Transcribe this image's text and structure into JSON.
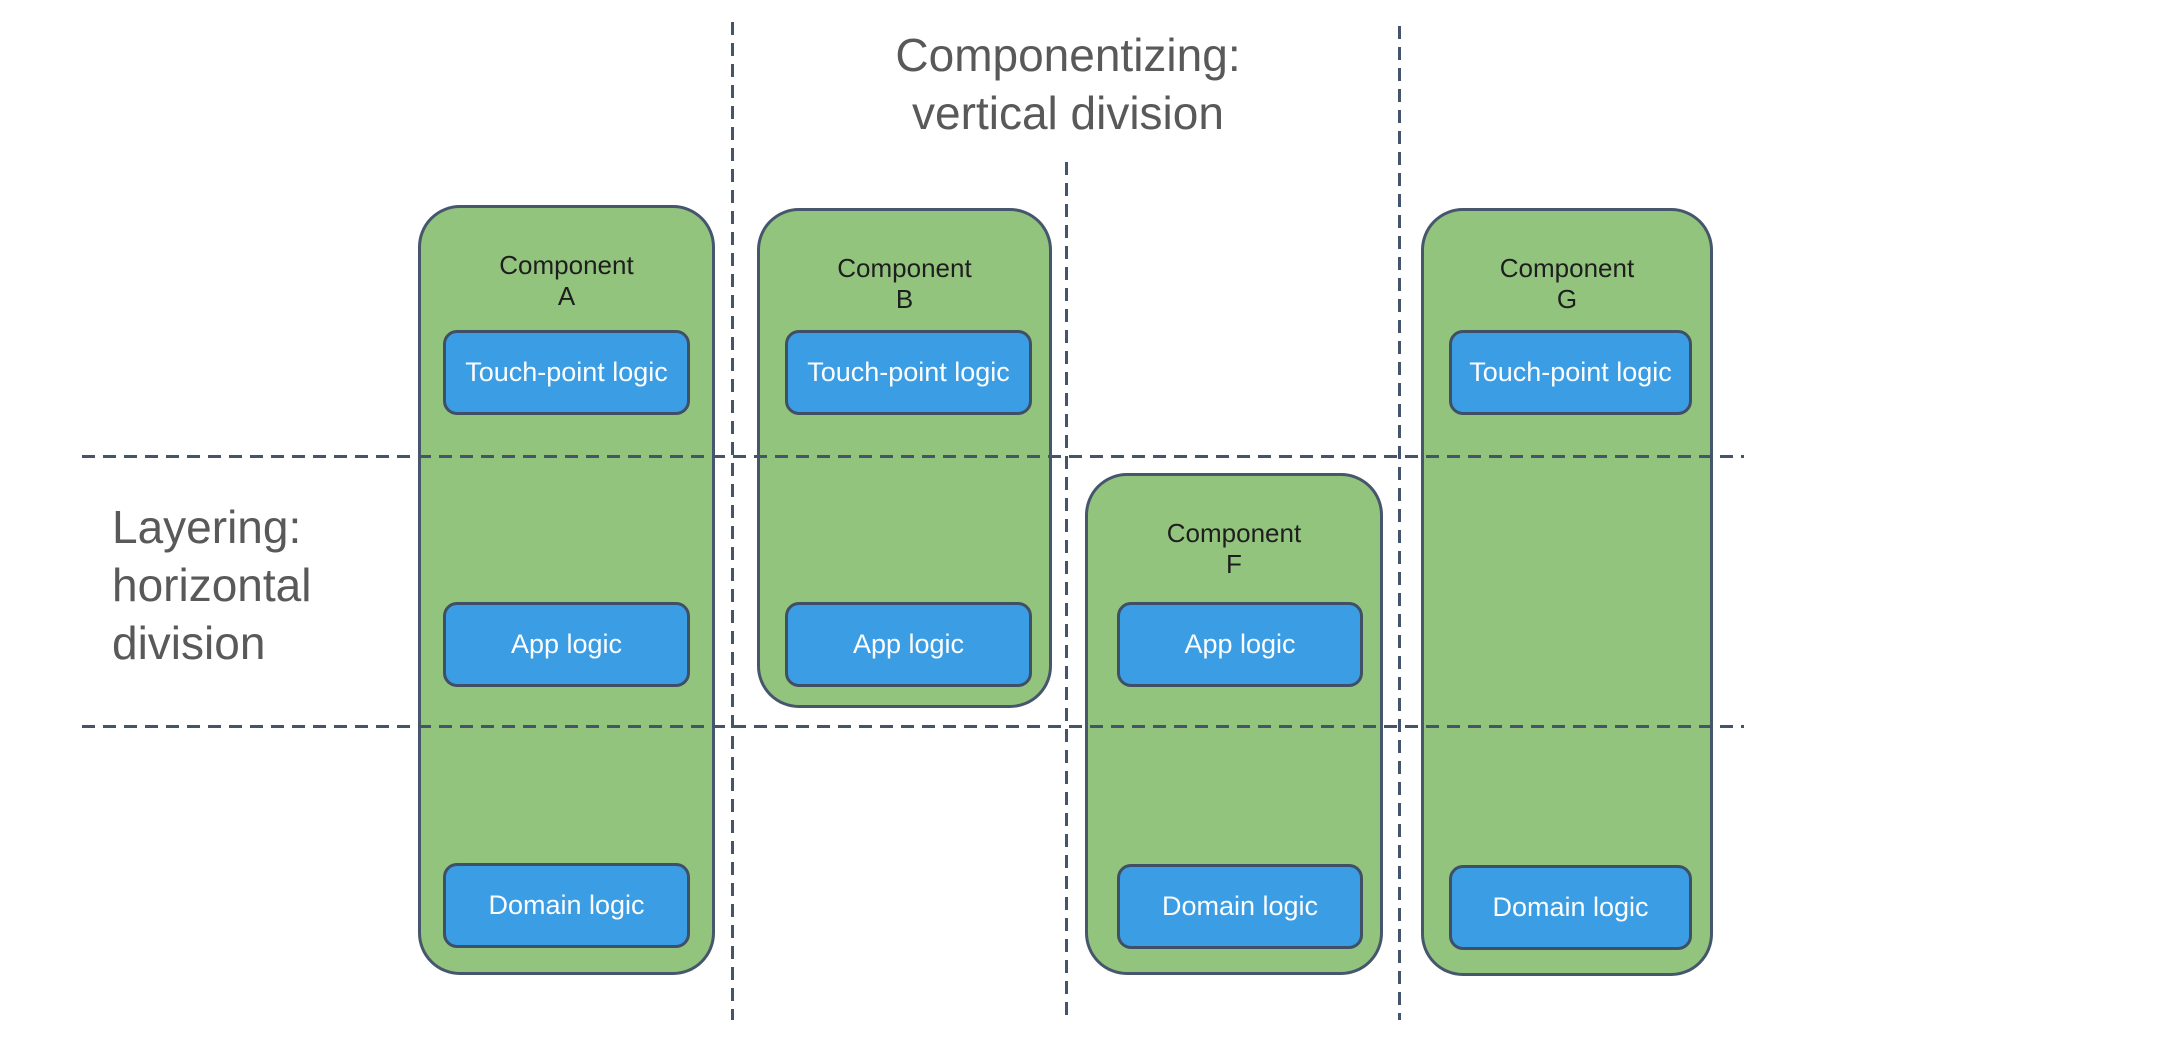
{
  "title": {
    "line1": "Componentizing:",
    "line2": "vertical division"
  },
  "side_label": {
    "line1": "Layering:",
    "line2": "horizontal",
    "line3": "division"
  },
  "components": [
    {
      "title": "Component",
      "letter": "A",
      "blocks": [
        {
          "label": "Touch-point logic"
        },
        {
          "label": "App logic"
        },
        {
          "label": "Domain logic"
        }
      ]
    },
    {
      "title": "Component",
      "letter": "B",
      "blocks": [
        {
          "label": "Touch-point logic"
        },
        {
          "label": "App logic"
        }
      ]
    },
    {
      "title": "Component",
      "letter": "F",
      "blocks": [
        {
          "label": "App logic"
        },
        {
          "label": "Domain logic"
        }
      ]
    },
    {
      "title": "Component",
      "letter": "G",
      "blocks": [
        {
          "label": "Touch-point logic"
        },
        {
          "label": "Domain logic"
        }
      ]
    }
  ],
  "colors": {
    "background": "#ffffff",
    "component_fill": "#92c47e",
    "component_border": "#46566c",
    "block_fill": "#3b9de4",
    "block_border": "#3f4f66",
    "dashed_line": "#44546a",
    "heading_text": "#595959",
    "component_title_text": "#1e1e1e",
    "block_text": "#fbfdff"
  }
}
